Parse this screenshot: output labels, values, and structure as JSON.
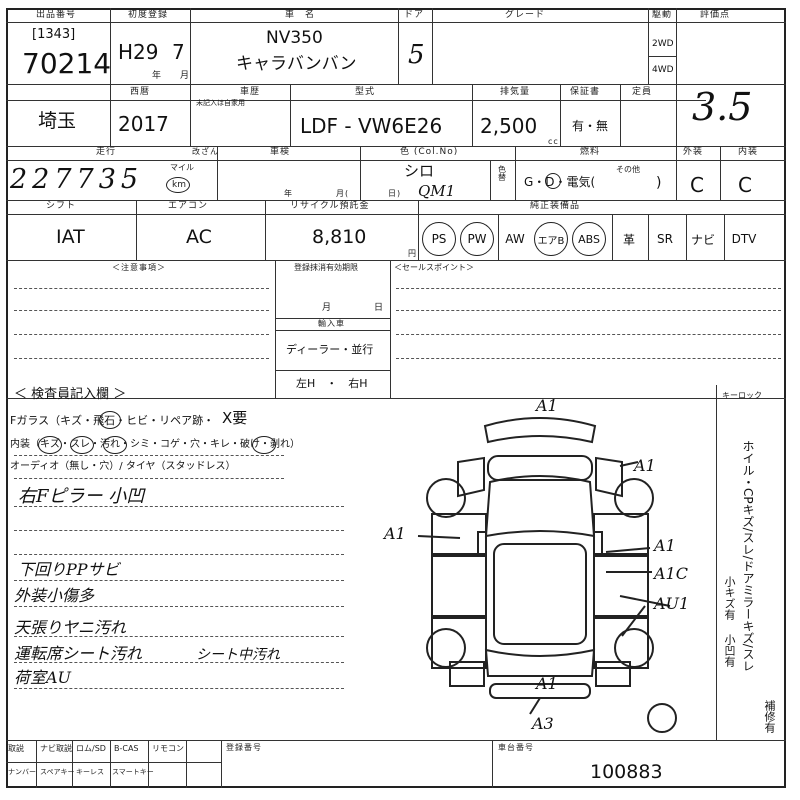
{
  "header_labels": {
    "lot_no": "出品番号",
    "first_reg": "初度登録",
    "car_name": "車　名",
    "doors": "ドア",
    "grade": "グレード",
    "drive": "駆動",
    "score": "評価点",
    "model_year": "西暦",
    "vehicle_history": "車歴",
    "history_note": "未記入は自家用",
    "model_type": "型式",
    "displacement": "排気量",
    "warranty": "保証書",
    "capacity": "定員",
    "mileage": "走行",
    "tamper": "改ざん",
    "inspection": "車検",
    "color": "色 (Col.No)",
    "fuel": "燃料",
    "exterior": "外装",
    "interior": "内装",
    "shift": "シフト",
    "aircon": "エアコン",
    "recycle": "リサイクル預託金",
    "equipment": "純正装備品",
    "notes": "＜注意事項＞",
    "reg_valid": "登録抹消有効期限",
    "sales_point": "＜セールスポイント＞",
    "import": "輸入車",
    "inspector": "＜ 検査員記入欄 ＞",
    "key_lock": "キーロック",
    "chassis_no": "車台番号",
    "reg_no": "登録番号"
  },
  "lot": {
    "bracket_no": "[1343]",
    "number": "70214"
  },
  "first_registration": {
    "era": "H29",
    "month": "7",
    "year_unit": "年",
    "month_unit": "月"
  },
  "car": {
    "name_line1": "NV350",
    "name_line2": "キャラバンバン",
    "doors": "5"
  },
  "drive_options": [
    "2WD",
    "4WD"
  ],
  "score_value": "3.5",
  "model_year": "2017",
  "location": "埼玉",
  "model_code": "LDF - VW6E26",
  "displacement": "2,500",
  "displacement_unit": "cc",
  "warranty_value": "有・無",
  "mileage_value": "227735",
  "mileage_units": [
    "マイル",
    "km"
  ],
  "inspection_units": [
    "年",
    "月(",
    "日)"
  ],
  "color_value": "シロ",
  "color_code": "QM1",
  "color_change": "色替",
  "fuel_value": "G・D・電気(",
  "fuel_other": "その他",
  "fuel_close": ")",
  "exterior_value": "C",
  "interior_value": "C",
  "shift_value": "IAT",
  "aircon_value": "AC",
  "recycle_value": "8,810",
  "recycle_unit": "円",
  "equipment": [
    "PS",
    "PW",
    "AW",
    "エアB",
    "ABS",
    "革",
    "SR",
    "ナビ",
    "DTV"
  ],
  "reg_valid_units": [
    "月",
    "日"
  ],
  "import_value": "ディーラー・並行",
  "handle_value": "左H　・　右H",
  "inspector_lines": [
    "Fガラス（キズ・飛石・ヒビ・リペア跡・",
    "内装（キズ・スレ・汚れ・シミ・コゲ・穴・キレ・破け・剥れ）",
    "オーディオ（無し・穴）/ タイヤ（スタッドレス）"
  ],
  "windshield_mark": "X要",
  "handwritten_notes": [
    "右Fピラー 小凹",
    "下回りPPサビ",
    "外装小傷多",
    "天張りヤニ汚れ",
    "運転席シート汚れ",
    "荷室AU"
  ],
  "seat_note": "シート中汚れ",
  "diagram_marks": [
    "A1",
    "A1",
    "A1",
    "A1",
    "A1C",
    "AU1",
    "A1",
    "A3"
  ],
  "side_vertical": "ホイル・CPキズ/スレ/ドアミラーキズ/スレ",
  "side_small": [
    "小キズ有",
    "小凹有"
  ],
  "repair_text": "補修有",
  "chassis_value": "100883",
  "bottom_labels": [
    "取説",
    "ナビ取説",
    "ロム/SD",
    "B-CAS",
    "リモコン",
    "ナンバー",
    "スペアキー",
    "キーレス",
    "スマートキー"
  ]
}
